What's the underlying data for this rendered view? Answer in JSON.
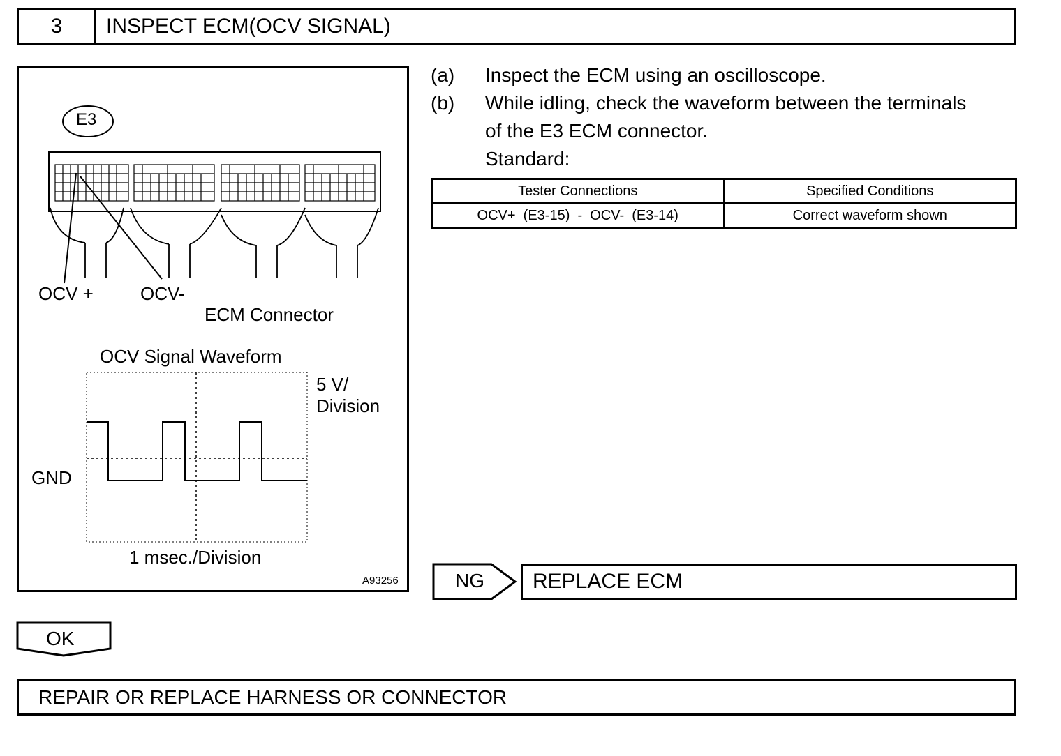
{
  "header": {
    "step_number": "3",
    "title": "INSPECT ECM(OCV SIGNAL)"
  },
  "figure": {
    "connector_tag": "E3",
    "label_ocv_plus": "OCV +",
    "label_ocv_minus": "OCV-",
    "connector_caption": "ECM Connector",
    "waveform_title": "OCV Signal Waveform",
    "voltage_division": [
      "5 V/",
      "Division"
    ],
    "gnd_label": "GND",
    "time_division": "1 msec./Division",
    "figure_id": "A93256"
  },
  "steps": [
    {
      "label": "(a)",
      "lines": [
        "Inspect the ECM using an oscilloscope."
      ]
    },
    {
      "label": "(b)",
      "lines": [
        "While idling, check the waveform between the terminals",
        "of the E3 ECM connector.",
        "Standard:"
      ]
    }
  ],
  "standard_table": {
    "headers": [
      "Tester Connections",
      "Specified Conditions"
    ],
    "rows": [
      [
        "OCV+  (E3-15)  -  OCV-  (E3-14)",
        "Correct waveform shown"
      ]
    ]
  },
  "ng_result": {
    "tag": "NG",
    "action": "REPLACE ECM"
  },
  "ok_result": {
    "tag": "OK",
    "action": "REPAIR OR REPLACE HARNESS OR CONNECTOR"
  }
}
